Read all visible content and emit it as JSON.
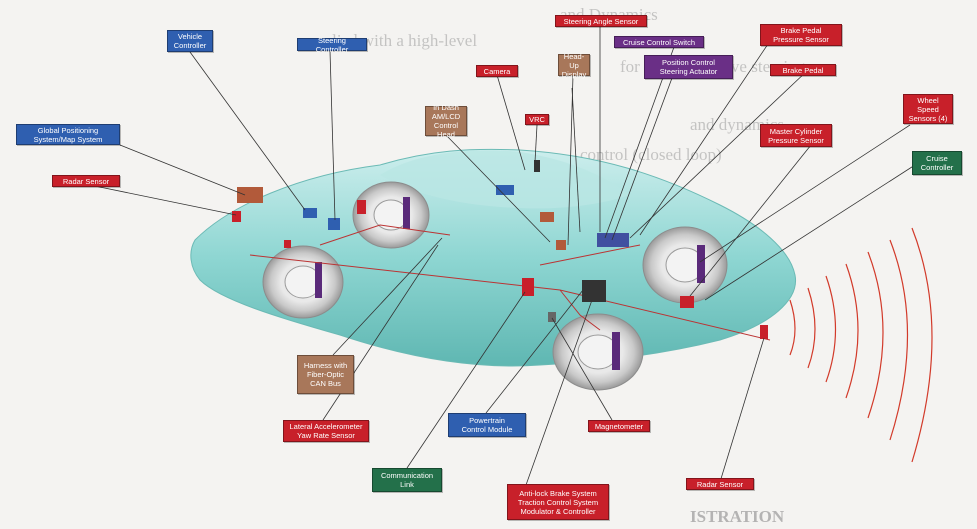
{
  "labels": {
    "vehicle_controller": "Vehicle\nController",
    "steering_controller": "Steering Controller",
    "gps": "Global Positioning\nSystem/Map System",
    "radar_front_left": "Radar Sensor",
    "camera": "Camera",
    "head_up_display": "Head-Up\nDisplay",
    "in_dash": "In Dash\nAM/LCD\nControl Head",
    "vrc": "VRC",
    "steering_angle_sensor": "Steering Angle Sensor",
    "cruise_control_switch": "Cruise Control Switch",
    "position_control": "Position Control\nSteering Actuator",
    "brake_pedal_pressure": "Brake Pedal\nPressure Sensor",
    "brake_pedal": "Brake Pedal",
    "wheel_speed": "Wheel Speed\nSensors (4)",
    "master_cylinder": "Master Cylinder\nPressure Sensor",
    "cruise_controller": "Cruise\nController",
    "harness": "Harness with\nFiber-Optic\nCAN Bus",
    "lateral_accel": "Lateral Accelerometer\nYaw Rate Sensor",
    "powertrain": "Powertrain\nControl Module",
    "magnetometer": "Magnetometer",
    "communication_link": "Communication\nLink",
    "abs": "Anti-lock Brake System\nTraction Control System\nModulator & Controller",
    "radar_rear": "Radar Sensor"
  },
  "background_text": {
    "line1": "and Dynamics",
    "line2": "supplied with a high-level",
    "line3": "for comprehensive steering",
    "line4": "and dynamics",
    "line5": "control (closed loop)",
    "line6": "ISTRATION"
  },
  "colors": {
    "red": "#c8202a",
    "blue": "#2f5fb0",
    "purple": "#6a2f86",
    "tan": "#a8775a",
    "green": "#23704a",
    "car_body": "#7fd0cc",
    "radar_waves": "#d23a2a"
  }
}
